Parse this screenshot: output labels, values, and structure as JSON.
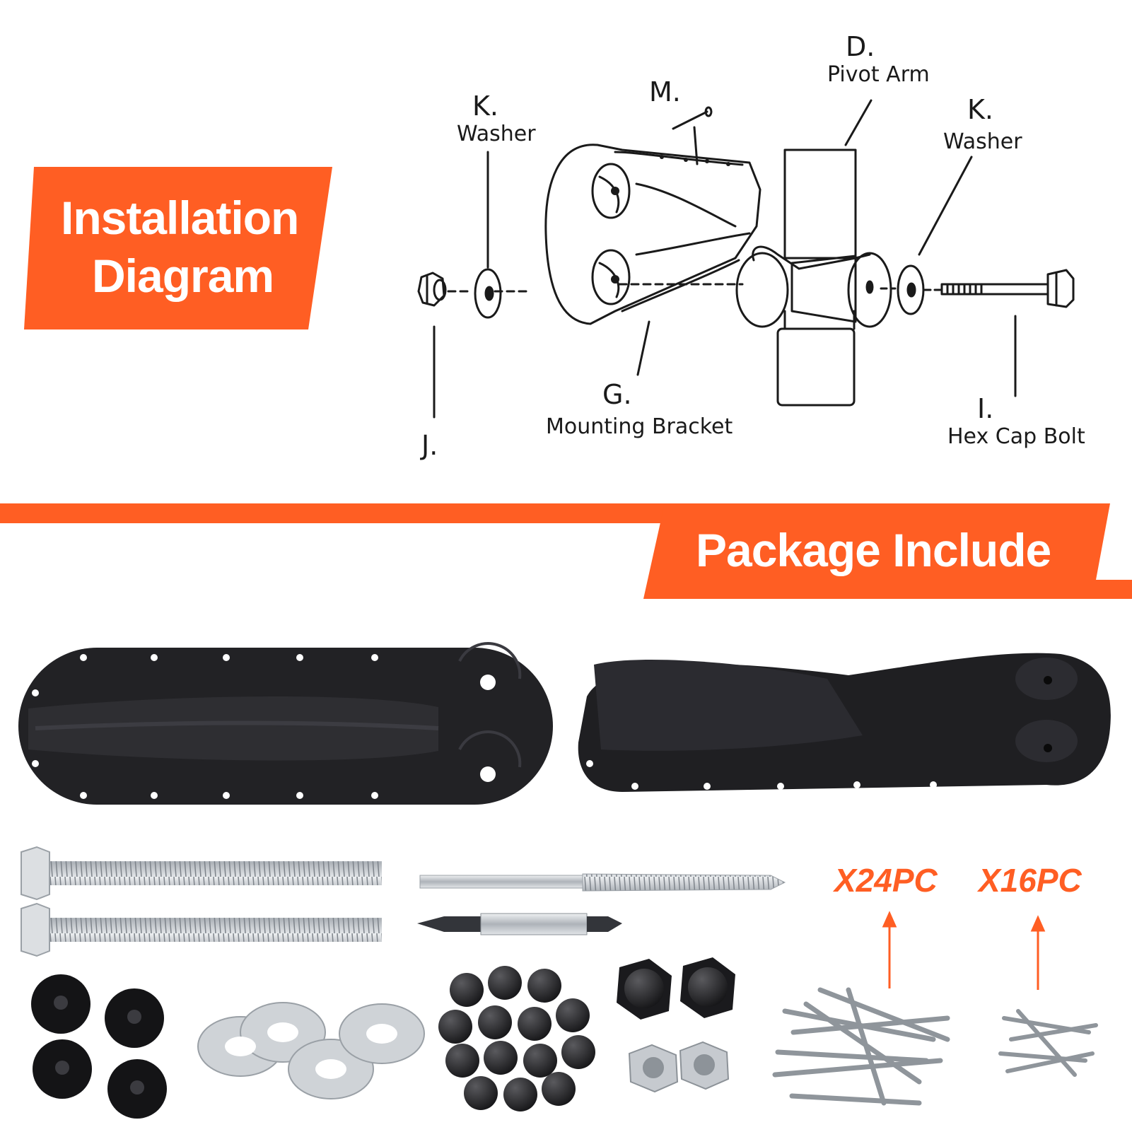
{
  "colors": {
    "accent": "#ff5e23",
    "ink": "#1a1a1a",
    "hardware": "#1c1c1e",
    "steel": "#c9cdd2"
  },
  "install_banner": {
    "line1": "Installation",
    "line2": "Diagram"
  },
  "package_banner": {
    "title": "Package Include"
  },
  "diagram_labels": {
    "washer_left": {
      "letter": "K.",
      "name": "Washer"
    },
    "screw": {
      "letter": "M."
    },
    "pivot_arm": {
      "letter": "D.",
      "name": "Pivot Arm"
    },
    "washer_right": {
      "letter": "K.",
      "name": "Washer"
    },
    "nut": {
      "letter": "J."
    },
    "mounting_bracket": {
      "letter": "G.",
      "name": "Mounting Bracket"
    },
    "bolt": {
      "letter": "I.",
      "name": "Hex Cap Bolt"
    }
  },
  "quantities": {
    "large_screws": "X24PC",
    "small_screws": "X16PC"
  }
}
